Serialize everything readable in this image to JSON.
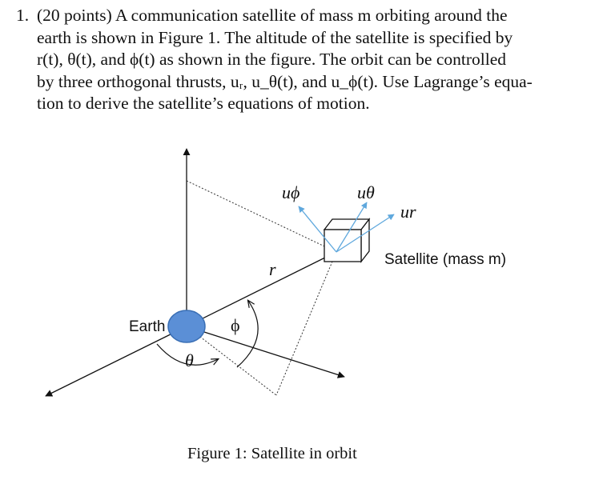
{
  "problem": {
    "number": "1.",
    "lines": [
      "(20 points) A communication satellite of mass m orbiting around the",
      "earth is shown in Figure 1. The altitude of the satellite is specified by",
      "r(t), θ(t), and ϕ(t) as shown in the figure. The orbit can be controlled",
      "by three orthogonal thrusts, uᵣ, u_θ(t), and u_ϕ(t). Use Lagrange’s equa-",
      "tion to derive the satellite’s equations of motion."
    ]
  },
  "figure": {
    "earth_label": "Earth",
    "satellite_label": "Satellite (mass m)",
    "r_label": "r",
    "theta_label": "θ",
    "phi_label": "ϕ",
    "u_phi_label": "uϕ",
    "u_theta_label": "uθ",
    "u_r_label": "ur",
    "colors": {
      "earth": "#5b8fd6",
      "earth_edge": "#3a6fb5",
      "thrust_arrow": "#5fa8dd",
      "ink": "#111111"
    }
  },
  "caption": "Figure 1: Satellite in orbit"
}
